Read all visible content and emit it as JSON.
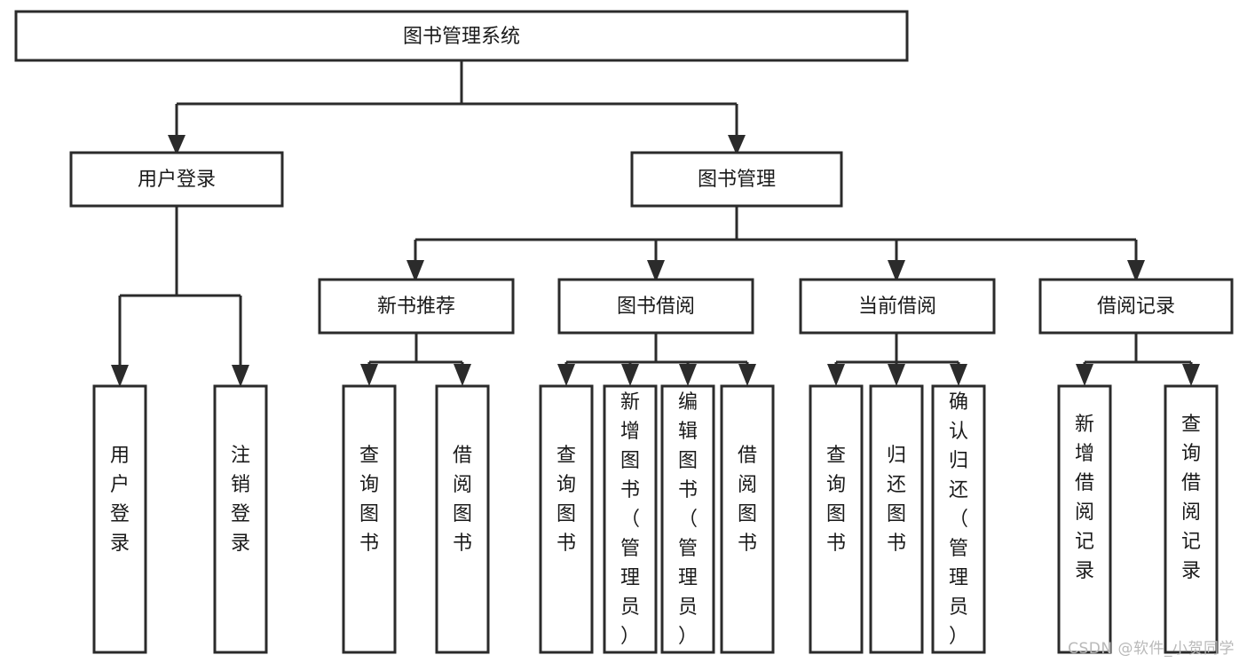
{
  "diagram": {
    "type": "tree",
    "title": "图书管理系统",
    "orientation": "top-down",
    "watermark": "CSDN @软件_小贺同学",
    "nodes": {
      "root": {
        "label": "图书管理系统",
        "level": 0
      },
      "l1_a": {
        "label": "用户登录",
        "level": 1
      },
      "l1_b": {
        "label": "图书管理",
        "level": 1
      },
      "l2_a": {
        "label": "新书推荐",
        "level": 2
      },
      "l2_b": {
        "label": "图书借阅",
        "level": 2
      },
      "l2_c": {
        "label": "当前借阅",
        "level": 2
      },
      "l2_d": {
        "label": "借阅记录",
        "level": 2
      },
      "leaf_login_1": {
        "label": "用户登录",
        "level": 2,
        "vertical": true
      },
      "leaf_login_2": {
        "label": "注销登录",
        "level": 2,
        "vertical": true
      },
      "leaf_new_1": {
        "label": "查询图书",
        "level": 3,
        "vertical": true
      },
      "leaf_new_2": {
        "label": "借阅图书",
        "level": 3,
        "vertical": true
      },
      "leaf_borrow_1": {
        "label": "查询图书",
        "level": 3,
        "vertical": true
      },
      "leaf_borrow_2": {
        "label": "新增图书（管理员）",
        "level": 3,
        "vertical": true
      },
      "leaf_borrow_3": {
        "label": "编辑图书（管理员）",
        "level": 3,
        "vertical": true
      },
      "leaf_borrow_4": {
        "label": "借阅图书",
        "level": 3,
        "vertical": true
      },
      "leaf_cur_1": {
        "label": "查询图书",
        "level": 3,
        "vertical": true
      },
      "leaf_cur_2": {
        "label": "归还图书",
        "level": 3,
        "vertical": true
      },
      "leaf_cur_3": {
        "label": "确认归还（管理员）",
        "level": 3,
        "vertical": true
      },
      "leaf_rec_1": {
        "label": "新增借阅记录",
        "level": 3,
        "vertical": true
      },
      "leaf_rec_2": {
        "label": "查询借阅记录",
        "level": 3,
        "vertical": true
      }
    },
    "edges": [
      {
        "from": "root",
        "to": "l1_a"
      },
      {
        "from": "root",
        "to": "l1_b"
      },
      {
        "from": "l1_a",
        "to": "leaf_login_1"
      },
      {
        "from": "l1_a",
        "to": "leaf_login_2"
      },
      {
        "from": "l1_b",
        "to": "l2_a"
      },
      {
        "from": "l1_b",
        "to": "l2_b"
      },
      {
        "from": "l1_b",
        "to": "l2_c"
      },
      {
        "from": "l1_b",
        "to": "l2_d"
      },
      {
        "from": "l2_a",
        "to": "leaf_new_1"
      },
      {
        "from": "l2_a",
        "to": "leaf_new_2"
      },
      {
        "from": "l2_b",
        "to": "leaf_borrow_1"
      },
      {
        "from": "l2_b",
        "to": "leaf_borrow_2"
      },
      {
        "from": "l2_b",
        "to": "leaf_borrow_3"
      },
      {
        "from": "l2_b",
        "to": "leaf_borrow_4"
      },
      {
        "from": "l2_c",
        "to": "leaf_cur_1"
      },
      {
        "from": "l2_c",
        "to": "leaf_cur_2"
      },
      {
        "from": "l2_c",
        "to": "leaf_cur_3"
      },
      {
        "from": "l2_d",
        "to": "leaf_rec_1"
      },
      {
        "from": "l2_d",
        "to": "leaf_rec_2"
      }
    ],
    "colors": {
      "stroke": "#2b2b2b",
      "fill": "#ffffff",
      "text": "#1a1a1a",
      "watermark": "#b9b9b9"
    }
  }
}
